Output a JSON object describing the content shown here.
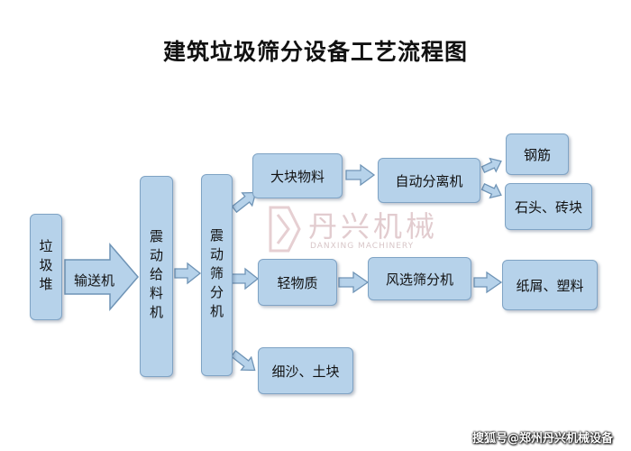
{
  "title": "建筑垃圾筛分设备工艺流程图",
  "nodes": {
    "pile": "垃圾堆",
    "conveyor": "输送机",
    "feeder": "震动给料机",
    "screen": "震动筛分机",
    "large": "大块物料",
    "light": "轻物质",
    "fine": "细沙、土块",
    "auto_sep": "自动分离机",
    "wind_sep": "风选筛分机",
    "rebar": "钢筋",
    "stone": "石头、砖块",
    "paper": "纸屑、塑料"
  },
  "watermark": {
    "name": "丹兴机械",
    "sub": "DANXING MACHINERY"
  },
  "footer": "搜狐号@郑州丹兴机械设备",
  "colors": {
    "box_fill": "#b6d2ea",
    "box_border": "#7fa3c4",
    "arrow_fill": "#b6d2ea",
    "arrow_stroke": "#6f94b6"
  }
}
